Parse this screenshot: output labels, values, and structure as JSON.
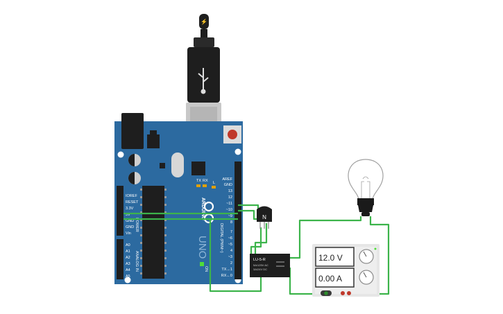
{
  "board": {
    "brand_line1": "ARDUINO",
    "brand_line2": "UNO",
    "header_top": [
      "AREF",
      "GND",
      "13",
      "12",
      "~11",
      "~10",
      "~9",
      "8",
      "7",
      "~6",
      "~5",
      "4",
      "~3",
      "2",
      "TX→1",
      "RX←0"
    ],
    "digital_label": "DIGITAL (PWM~)",
    "power_pins": [
      "IOREF",
      "RESET",
      "3.3V",
      "5V",
      "GND",
      "GND",
      "Vin"
    ],
    "power_label": "POWER",
    "analog_pins": [
      "A0",
      "A1",
      "A2",
      "A3",
      "A4",
      "A5"
    ],
    "analog_label": "ANALOG IN",
    "led_labels": [
      "TX",
      "RX",
      "L"
    ],
    "on_label": "ON"
  },
  "transistor": {
    "label": "N"
  },
  "relay": {
    "model": "LU-5-R",
    "spec_line1": "5A/125V AC",
    "spec_line2": "3A/24V DC"
  },
  "power_supply": {
    "voltage_display": "12.0 V",
    "current_display": "0.00 A"
  },
  "bulb": {},
  "colors": {
    "board": "#2c6aa0",
    "wire": "#3cb44b",
    "chip": "#222222",
    "display_bg": "#e6e6e6",
    "bulb_base": "#1a1a1a"
  }
}
